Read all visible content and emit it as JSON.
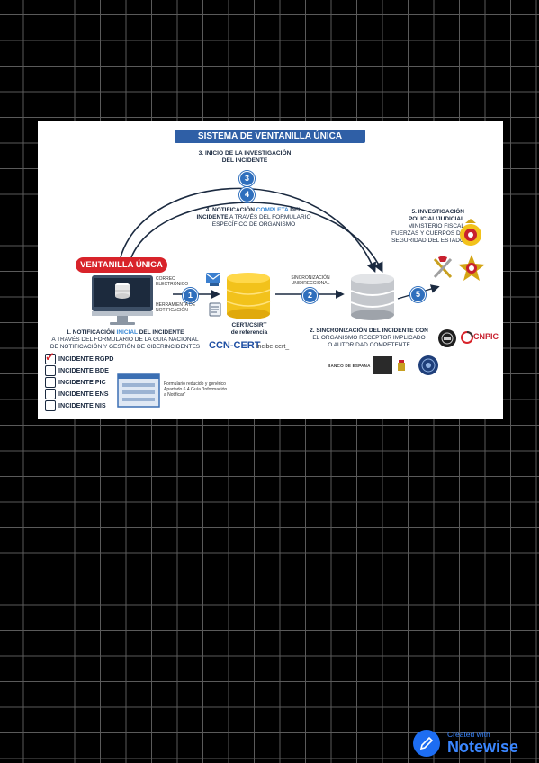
{
  "diagram": {
    "title": "SISTEMA DE VENTANILLA ÚNICA",
    "step3": {
      "line1": "3. INICIO DE LA INVESTIGACIÓN",
      "line2": "DEL INCIDENTE"
    },
    "step4": {
      "a": "4. NOTIFICACIÓN ",
      "b": "COMPLETA",
      "c": " DEL",
      "line2a": "INCIDENTE",
      "line2b": " A TRAVÉS DEL FORMULARIO",
      "line3": "ESPECÍFICO DE ORGANISMO"
    },
    "ventanilla": "VENTANILLA ÚNICA",
    "correo": {
      "line1": "CORREO",
      "line2": "ELECTRÓNICO"
    },
    "herramienta": {
      "line1": "HERRAMIENTA DE",
      "line2": "NOTIFICACIÓN"
    },
    "sincronizacion": {
      "line1": "SINCRONIZACIÓN",
      "line2": "UNIDIRECCIONAL"
    },
    "cert": {
      "line1": "CERT/CSIRT",
      "line2": "de referencia"
    },
    "logos": {
      "ccn": "CCN-CERT",
      "incibe": "incibe-cert_",
      "cnpic": "CNPIC",
      "banco": "BANCO DE ESPAÑA"
    },
    "step5": {
      "line1": "5. INVESTIGACIÓN",
      "line2": "POLICIAL/JUDICIAL",
      "line3": "MINISTERIO FISCAL",
      "line4": "FUERZAS Y CUERPOS DE",
      "line5": "SEGURIDAD DEL ESTADO"
    },
    "step1": {
      "a": "1. NOTIFICACIÓN ",
      "b": "INICIAL",
      "c": " DEL INCIDENTE",
      "line2": "A TRAVÉS DEL FORMULARIO DE LA GUIA NACIONAL",
      "line3": "DE NOTIFICACIÓN Y GESTIÓN DE CIBERINCIDENTES"
    },
    "step2": {
      "line1": "2. SINCRONIZACIÓN DEL INCIDENTE CON",
      "line2": "EL ORGANISMO RECEPTOR IMPLICADO",
      "line3": "O AUTORIDAD COMPETENTE"
    },
    "checkboxes": [
      {
        "label": "INCIDENTE RGPD",
        "checked": true
      },
      {
        "label": "INCIDENTE BDE",
        "checked": false
      },
      {
        "label": "INCIDENTE PIC",
        "checked": false
      },
      {
        "label": "INCIDENTE ENS",
        "checked": false
      },
      {
        "label": "INCIDENTE NIS",
        "checked": false
      }
    ],
    "form_note": {
      "line1": "Formulario reducido y genérico",
      "line2": "Apartado 6.4 Guía \"Información",
      "line3": "a Notificar\""
    },
    "numbers": [
      "1",
      "2",
      "3",
      "4",
      "5"
    ]
  },
  "brand": {
    "line1": "Created with",
    "line2": "Notewise"
  },
  "colors": {
    "accent_blue": "#2f6fbd",
    "ventanilla_red": "#d8232a",
    "title_blue": "#2f5fa6"
  }
}
